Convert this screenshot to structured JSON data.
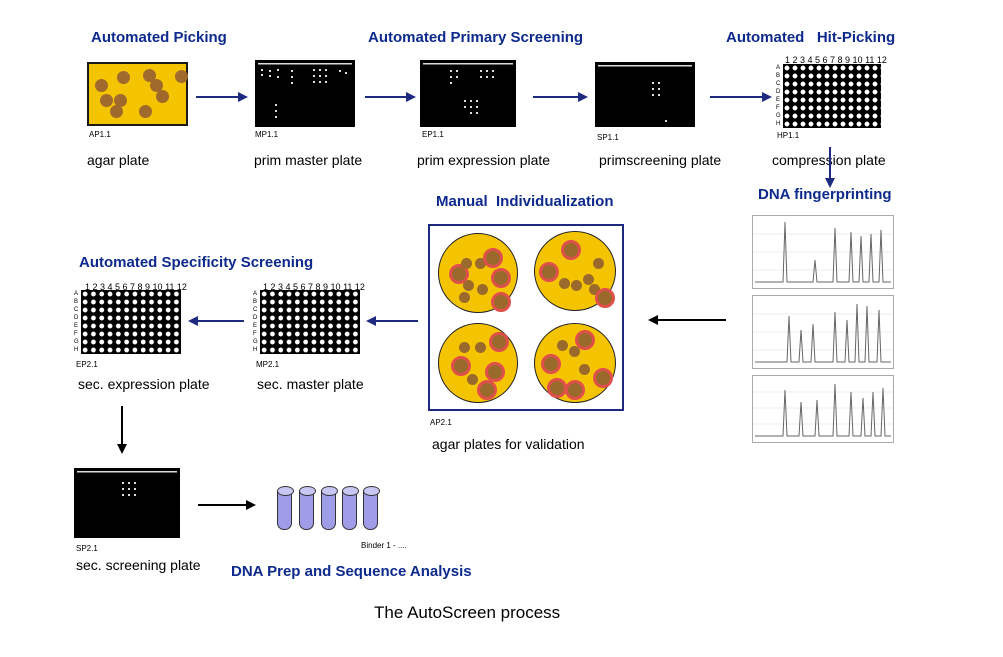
{
  "headers": {
    "automated_picking": "Automated Picking",
    "automated_primary_screening": "Automated Primary Screening",
    "automated_hit_picking": "Automated   Hit-Picking",
    "dna_fingerprinting": "DNA fingerprinting",
    "manual_individualization": "Manual  Individualization",
    "automated_specificity_screening": "Automated Specificity Screening",
    "dna_prep": "DNA Prep and Sequence Analysis"
  },
  "plates": {
    "ap11": {
      "id": "AP1.1",
      "label": "agar plate"
    },
    "mp11": {
      "id": "MP1.1",
      "label": "prim master plate"
    },
    "ep11": {
      "id": "EP1.1",
      "label": "prim expression plate"
    },
    "sp11": {
      "id": "SP1.1",
      "label": "primscreening plate"
    },
    "hp11": {
      "id": "HP1.1",
      "label": "compression plate"
    },
    "ap21": {
      "id": "AP2.1",
      "label": "agar plates for validation"
    },
    "mp21": {
      "id": "MP2.1",
      "label": "sec. master plate"
    },
    "ep21": {
      "id": "EP2.1",
      "label": "sec. expression plate"
    },
    "sp21": {
      "id": "SP2.1",
      "label": "sec. screening plate"
    }
  },
  "column_numbers": "1 2 3 4 5 6 7 8 9 10 11 12",
  "row_letters": [
    "A",
    "B",
    "C",
    "D",
    "E",
    "F",
    "G",
    "H"
  ],
  "binder_label": "Binder 1 - ....",
  "caption": "The AutoScreen process",
  "colors": {
    "header_blue": "#0d2a8c",
    "arrow_blue": "#1d2a80",
    "agar_yellow": "#f5c400",
    "colony_brown": "#a06a2c",
    "ring_red": "#e0504b",
    "tube_purple": "#9f9ce8"
  }
}
